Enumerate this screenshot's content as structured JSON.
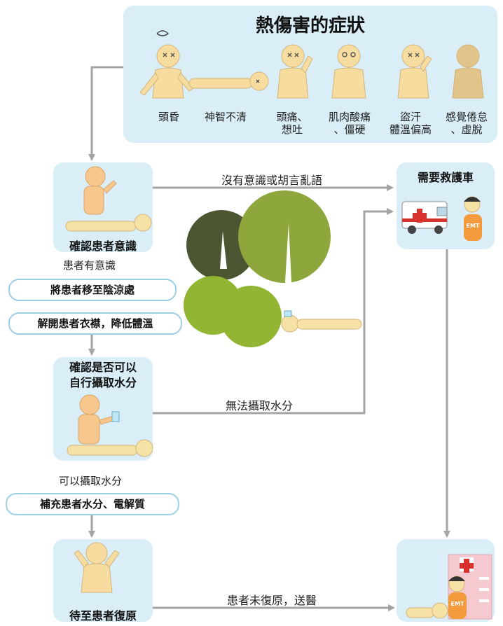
{
  "symptoms": {
    "title": "熱傷害的症狀",
    "items": [
      {
        "line1": "頭昏",
        "line2": ""
      },
      {
        "line1": "神智不清",
        "line2": ""
      },
      {
        "line1": "頭痛、",
        "line2": "想吐"
      },
      {
        "line1": "肌肉酸痛",
        "line2": "、僵硬"
      },
      {
        "line1": "盜汗",
        "line2": "體溫偏高"
      },
      {
        "line1": "感覺倦怠",
        "line2": "、虛脫"
      }
    ]
  },
  "steps": {
    "check_conscious": "確認患者意識",
    "conscious_yes": "患者有意識",
    "move_shade": "將患者移至陰涼處",
    "loosen_clothes": "解開患者衣襟，降低體溫",
    "check_water_line1": "確認是否可以",
    "check_water_line2": "自行攝取水分",
    "water_yes": "可以攝取水分",
    "replenish": "補充患者水分、電解質",
    "wait_recover": "待至患者復原"
  },
  "ambulance": {
    "title": "需要救護車",
    "emt_badge": "EMT"
  },
  "hospital": {
    "emt_badge": "EMT"
  },
  "edges": {
    "no_conscious": "沒有意識或胡言亂語",
    "cannot_drink": "無法攝取水分",
    "not_recovered": "患者未復原，送醫"
  }
}
